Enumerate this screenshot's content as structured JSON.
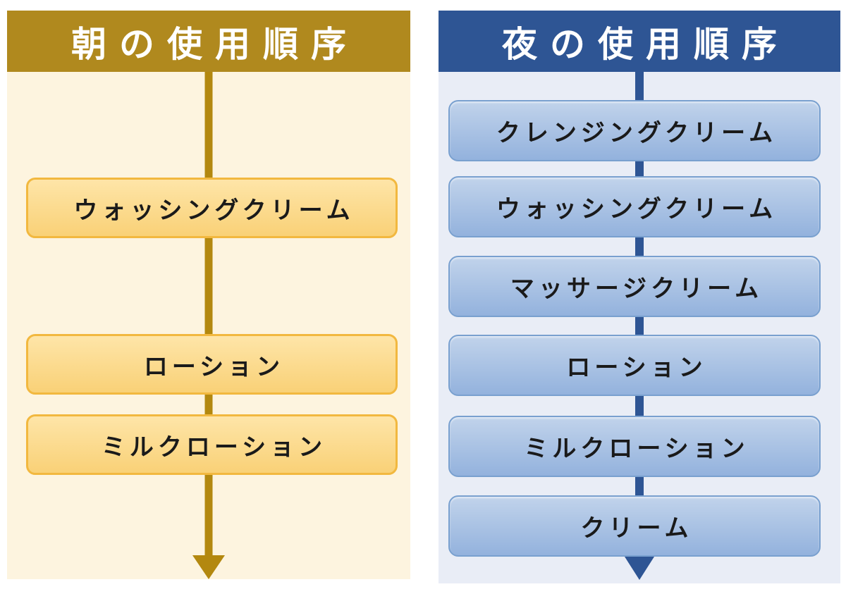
{
  "morning": {
    "title": "朝の使用順序",
    "steps": [
      "ウォッシングクリーム",
      "ローション",
      "ミルクローション"
    ],
    "colors": {
      "header_bg": "#B0891E",
      "title_text": "#FFFFFF",
      "body_bg": "#FDF4DF",
      "box_border": "#F2B83F",
      "box_fill_top": "#FEE5A8",
      "box_fill_bottom": "#F9D177",
      "box_text": "#1A1A1A",
      "arrow": "#B3880F"
    }
  },
  "night": {
    "title": "夜の使用順序",
    "steps": [
      "クレンジングクリーム",
      "ウォッシングクリーム",
      "マッサージクリーム",
      "ローション",
      "ミルクローション",
      "クリーム"
    ],
    "colors": {
      "header_bg": "#2E5594",
      "title_text": "#FFFFFF",
      "body_bg": "#E9EDF6",
      "box_border": "#79A0CF",
      "box_fill_top": "#C1D3EB",
      "box_fill_bottom": "#93B2DD",
      "box_text": "#1A1A1A",
      "arrow": "#2E5594"
    }
  }
}
